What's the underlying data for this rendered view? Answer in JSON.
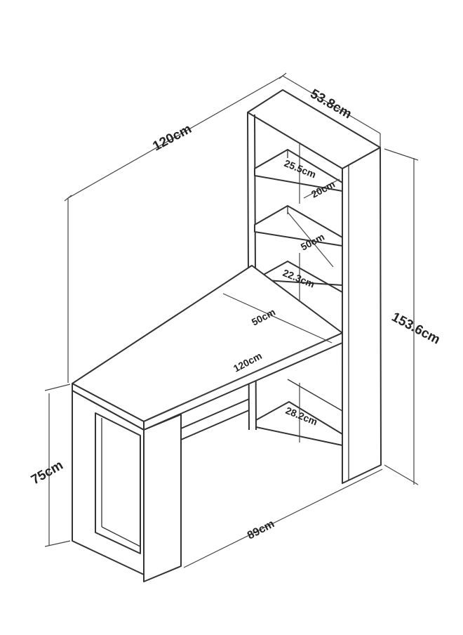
{
  "dimensions": {
    "total_width": "120cm",
    "depth": "53.8cm",
    "total_height": "153.6cm",
    "desk_height": "75cm",
    "leg_span": "89cm",
    "shelf_gap_top": "25.5cm",
    "shelf_inner_depth": "20cm",
    "shelf_width": "50cm",
    "shelf_gap_mid": "22.3cm",
    "desktop_depth": "50cm",
    "desktop_width": "120cm",
    "shelf_gap_bottom": "28.2cm"
  }
}
